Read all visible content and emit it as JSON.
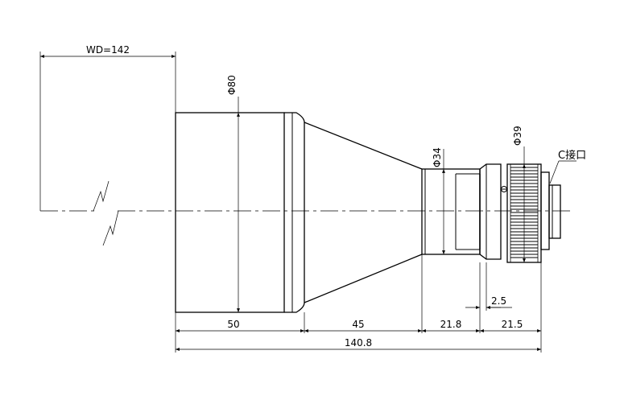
{
  "labels": {
    "working_distance": "WD=142",
    "dia_front": "Φ80",
    "dia_mid": "Φ34",
    "dia_rear": "Φ39",
    "mount": "C接口",
    "len_front": "50",
    "len_cone": "45",
    "len_barrel": "21.8",
    "len_rear": "21.5",
    "len_total": "140.8",
    "flange_offset": "2.5"
  }
}
